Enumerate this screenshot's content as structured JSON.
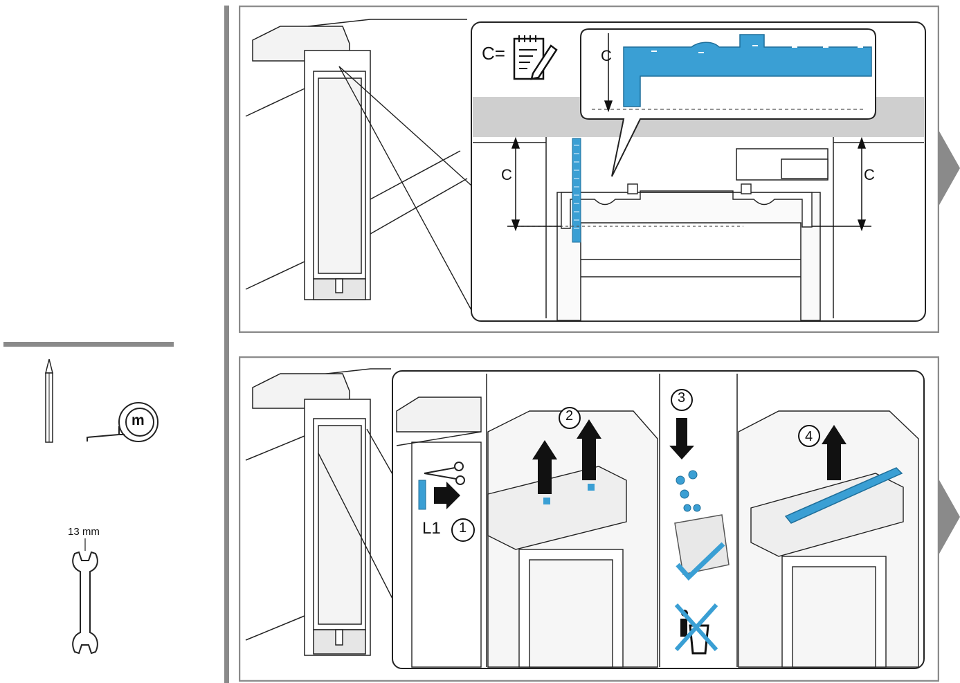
{
  "tools": {
    "tape_letter": "m",
    "wrench_size": "13 mm"
  },
  "panel_top": {
    "formula_label": "C=",
    "dim_label_zoom": "C",
    "dim_label_left": "C",
    "dim_label_right": "C"
  },
  "panel_bottom": {
    "part_label": "L1",
    "steps": [
      "1",
      "2",
      "3",
      "4"
    ]
  },
  "colors": {
    "accent_blue": "#3a9fd4",
    "grey_bar": "#888888",
    "line": "#222222",
    "arrow": "#111111"
  },
  "icons": [
    "pencil-icon",
    "tape-measure-icon",
    "wrench-icon",
    "notepad-pencil-icon",
    "scissors-icon",
    "check-icon",
    "trash-crossed-icon",
    "next-arrow-icon"
  ]
}
